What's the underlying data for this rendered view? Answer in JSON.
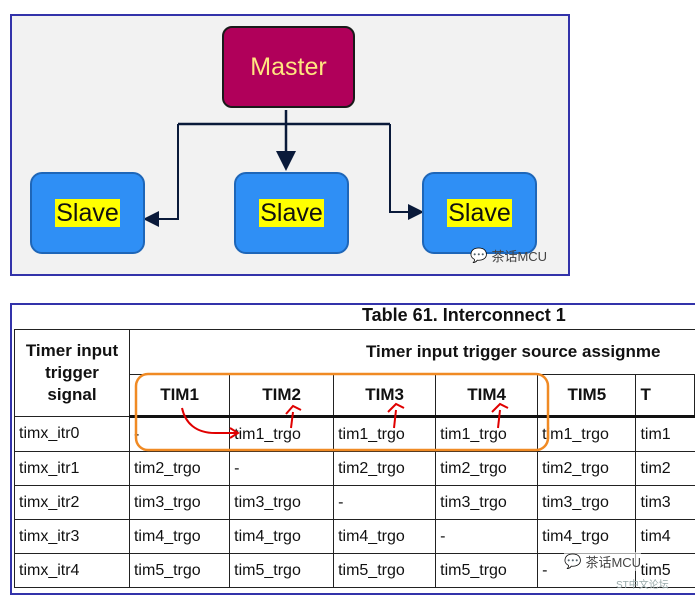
{
  "diagram": {
    "master_label": "Master",
    "slave_labels": [
      "Slave",
      "Slave",
      "Slave"
    ],
    "watermark": "茶话MCU"
  },
  "table": {
    "caption": "Table 61. Interconnect 1",
    "signal_header": [
      "Timer input",
      "trigger",
      "signal"
    ],
    "assignment_header": "Timer input trigger source assignme",
    "timer_columns": [
      "TIM1",
      "TIM2",
      "TIM3",
      "TIM4",
      "TIM5",
      "T"
    ],
    "rows": [
      {
        "signal": "timx_itr0",
        "cells": [
          "-",
          "tim1_trgo",
          "tim1_trgo",
          "tim1_trgo",
          "tim1_trgo",
          "tim1"
        ]
      },
      {
        "signal": "timx_itr1",
        "cells": [
          "tim2_trgo",
          "-",
          "tim2_trgo",
          "tim2_trgo",
          "tim2_trgo",
          "tim2"
        ]
      },
      {
        "signal": "timx_itr2",
        "cells": [
          "tim3_trgo",
          "tim3_trgo",
          "-",
          "tim3_trgo",
          "tim3_trgo",
          "tim3"
        ]
      },
      {
        "signal": "timx_itr3",
        "cells": [
          "tim4_trgo",
          "tim4_trgo",
          "tim4_trgo",
          "-",
          "tim4_trgo",
          "tim4"
        ]
      },
      {
        "signal": "timx_itr4",
        "cells": [
          "tim5_trgo",
          "tim5_trgo",
          "tim5_trgo",
          "tim5_trgo",
          "-",
          "tim5"
        ]
      }
    ],
    "watermark": "茶话MCU",
    "watermark_small": "ST中文论坛"
  },
  "colors": {
    "master_fill": "#b0005a",
    "slave_fill": "#2f8ff5",
    "highlight_orange": "#f08a24",
    "annotation_red": "#e00000",
    "frame_blue": "#3333aa"
  }
}
